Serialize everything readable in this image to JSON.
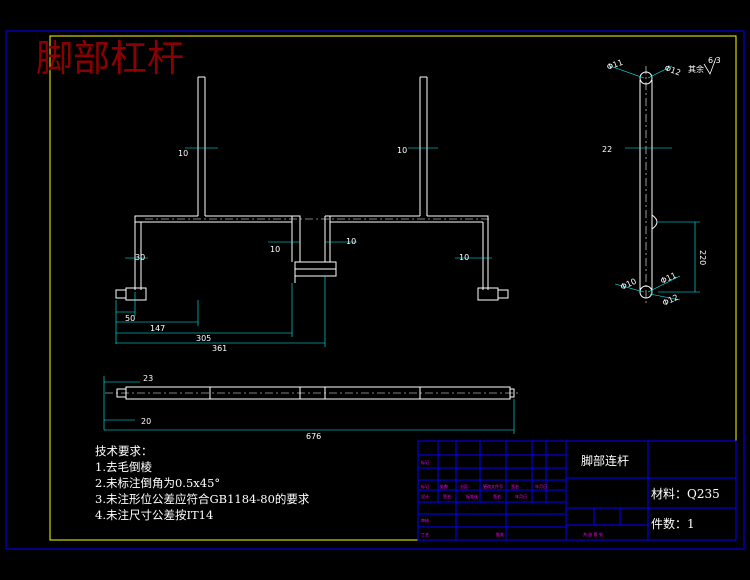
{
  "drawing_title": "脚部杠杆",
  "colors": {
    "background": "#000000",
    "frame": "#ffff00",
    "outer_frame": "#0000ff",
    "part": "#ffffff",
    "dimension": "#00ffff",
    "title": "#8b0000",
    "table_lines": "#0000ff"
  },
  "front_view_dims": {
    "d10_left_post": "10",
    "d10_right_post": "10",
    "d10_mid_left": "10",
    "d10_mid_right": "10",
    "d10_right_end": "10",
    "d30": "30",
    "d50": "50",
    "d147": "147",
    "d305": "305",
    "d361": "361"
  },
  "side_view_dims": {
    "phi11": "Φ11",
    "phi12_top": "Φ12",
    "roughness_label": "其余",
    "roughness_value": "6.3",
    "d22": "22",
    "d220": "220",
    "phi10": "Φ10",
    "phi11_bottom": "Φ11",
    "phi12_bottom": "Φ12"
  },
  "bottom_view_dims": {
    "d23": "23",
    "d20": "20",
    "d676": "676"
  },
  "tech_requirements": {
    "heading": "技术要求：",
    "items": [
      "1.去毛倒棱",
      "2.未标注倒角为0.5x45°",
      "3.未注形位公差应符合GB1184-80的要求",
      "4.未注尺寸公差按IT14"
    ]
  },
  "title_block": {
    "part_name": "脚部连杆",
    "material": "材料：Q235",
    "quantity": "件数：1"
  }
}
